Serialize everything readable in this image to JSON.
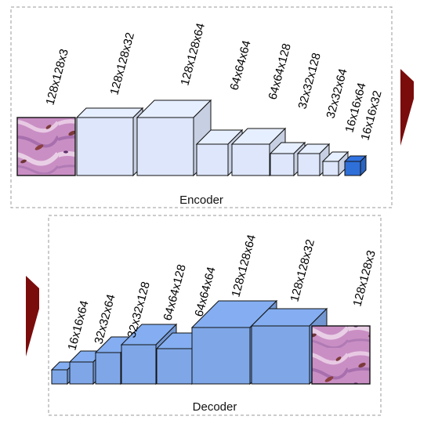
{
  "colors": {
    "encoder_fill": "#dde6fb",
    "encoder_bottleneck": "#2f6fd8",
    "decoder_fill": "#7fa7e8",
    "arrow": "#7a0c0c",
    "stroke": "#111111",
    "panel_border": "#9a9a9a",
    "tissue_base": "#c98fc4"
  },
  "encoder": {
    "caption": "Encoder",
    "input_image": "tissue-image",
    "layers": [
      "128x128x3",
      "128x128x32",
      "128x128x64",
      "64x64x64",
      "64x64x128",
      "32x32x128",
      "32x32x64",
      "16x16x64",
      "16x16x32"
    ]
  },
  "decoder": {
    "caption": "Decoder",
    "output_image": "tissue-image",
    "layers": [
      "16x16x64",
      "32x32x64",
      "32x32x128",
      "64x64x128",
      "64x64x64",
      "128x128x64",
      "128x128x32",
      "128x128x3"
    ]
  },
  "icons": [
    "arrow-right-icon",
    "arrow-right-icon"
  ]
}
